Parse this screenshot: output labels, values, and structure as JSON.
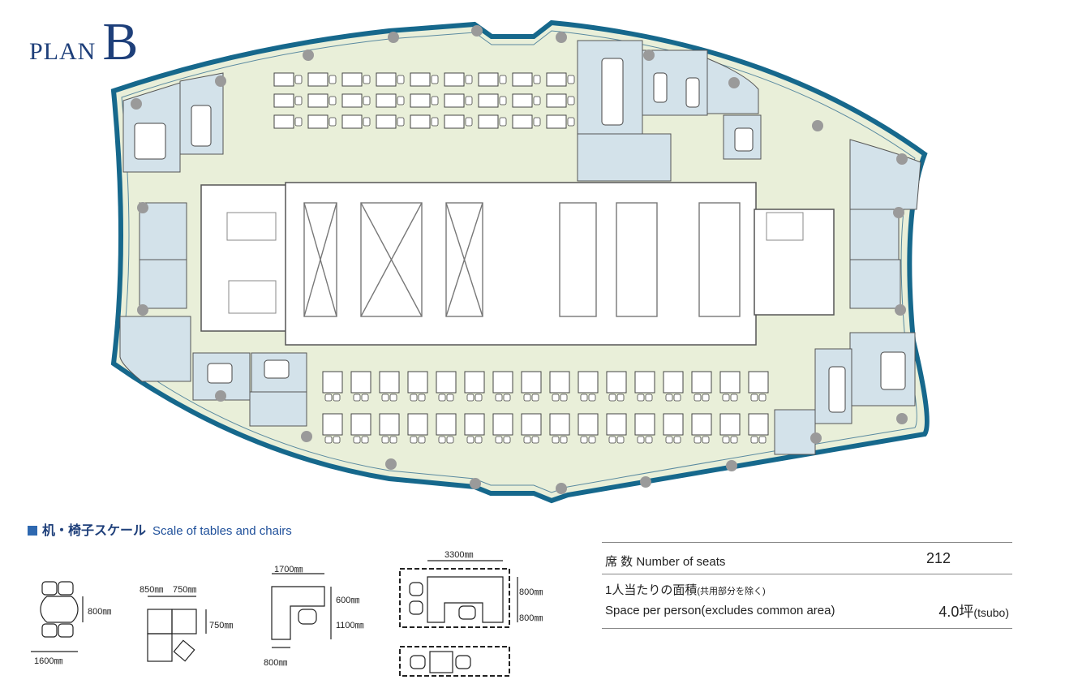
{
  "header": {
    "plan_label": "PLAN",
    "plan_letter": "B"
  },
  "scale": {
    "heading_jp": "机・椅子スケール",
    "heading_en": "Scale of tables and chairs",
    "dims": {
      "a_width": "1600㎜",
      "a_height": "800㎜",
      "b_w1": "850㎜",
      "b_w2": "750㎜",
      "b_h": "750㎜",
      "c_width": "1700㎜",
      "c_h1": "600㎜",
      "c_h2": "1100㎜",
      "c_bottom": "800㎜",
      "d_width": "3300㎜",
      "d_h1": "800㎜",
      "d_h2": "800㎜"
    }
  },
  "info": {
    "seats_label_jp": "席 数",
    "seats_label_en": "Number of seats",
    "seats_value": "212",
    "area_label_jp": "1人当たりの面積",
    "area_label_note": "(共用部分を除く)",
    "area_label_en": "Space per person(excludes common area)",
    "area_value": "4.0坪",
    "area_unit": "(tsubo)"
  },
  "colors": {
    "floor": "#e9efd9",
    "room": "#d3e2ea",
    "wall": "#16688c",
    "column": "#9a9a9a",
    "core": "#ffffff",
    "accent": "#1e3f7a"
  }
}
